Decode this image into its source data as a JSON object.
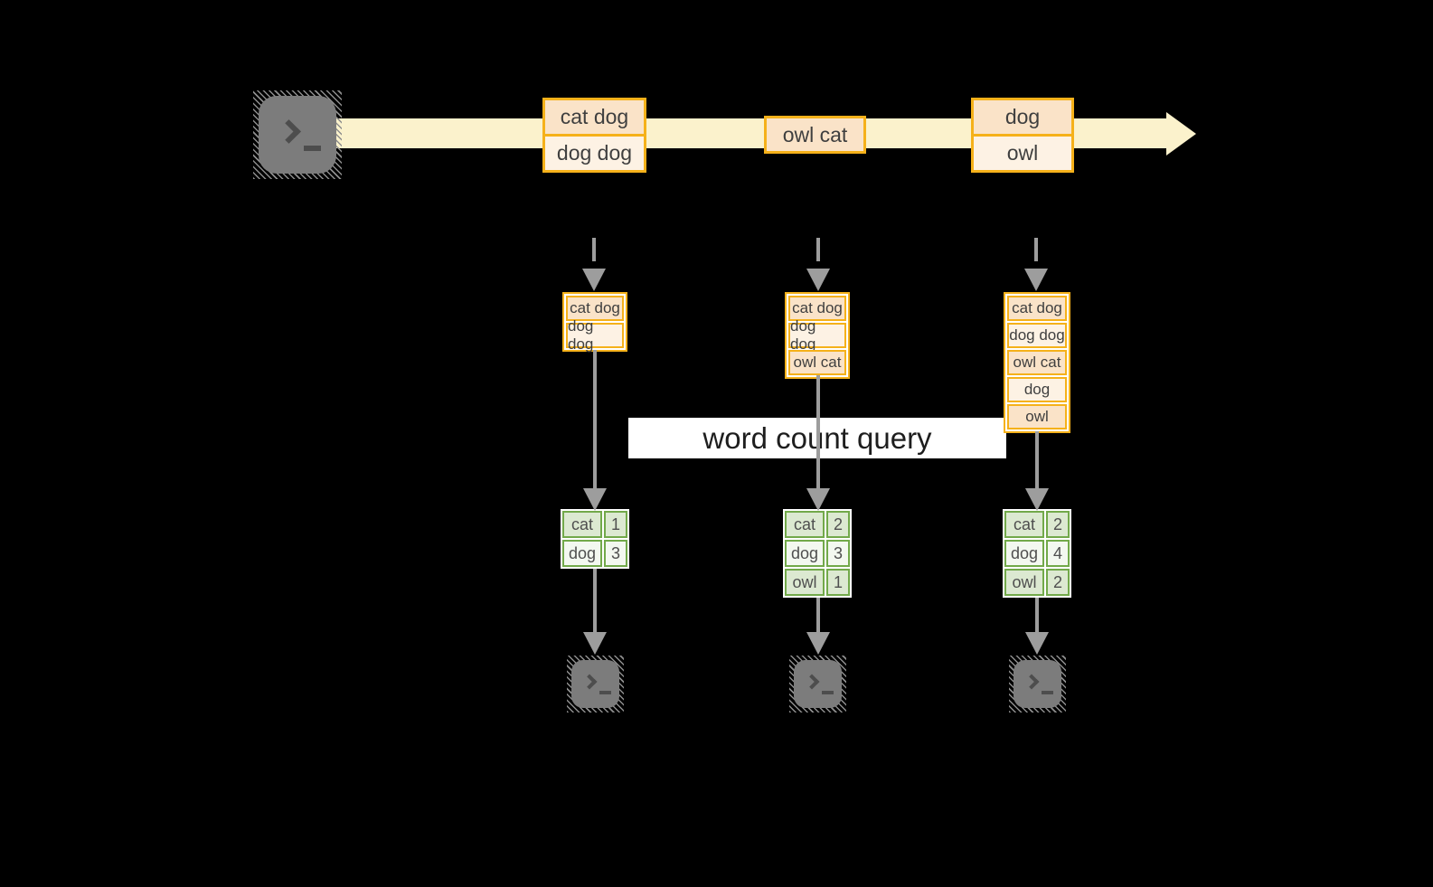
{
  "query_label": "word count query",
  "stream": {
    "source_icon": "terminal-icon",
    "events": [
      {
        "rows": [
          "cat dog",
          "dog dog"
        ]
      },
      {
        "rows": [
          "owl cat"
        ]
      },
      {
        "rows": [
          "dog",
          "owl"
        ]
      }
    ]
  },
  "stages": [
    {
      "buffer": [
        "cat dog",
        "dog dog"
      ],
      "counts": [
        {
          "word": "cat",
          "count": "1"
        },
        {
          "word": "dog",
          "count": "3"
        }
      ],
      "sink_icon": "terminal-icon"
    },
    {
      "buffer": [
        "cat dog",
        "dog dog",
        "owl cat"
      ],
      "counts": [
        {
          "word": "cat",
          "count": "2"
        },
        {
          "word": "dog",
          "count": "3"
        },
        {
          "word": "owl",
          "count": "1"
        }
      ],
      "sink_icon": "terminal-icon"
    },
    {
      "buffer": [
        "cat dog",
        "dog dog",
        "owl cat",
        "dog",
        "owl"
      ],
      "counts": [
        {
          "word": "cat",
          "count": "2"
        },
        {
          "word": "dog",
          "count": "4"
        },
        {
          "word": "owl",
          "count": "2"
        }
      ],
      "sink_icon": "terminal-icon"
    }
  ],
  "colors": {
    "background": "#000000",
    "stream_band": "#FBF2CC",
    "box_border_orange": "#F5B11A",
    "box_fill_peach": "#FAE3C8",
    "box_fill_cream": "#FDF2E4",
    "table_border_green": "#72A94A",
    "table_fill_green": "#DCE9D1",
    "table_fill_light": "#F3F8F0",
    "arrow_gray": "#9D9D9D",
    "terminal_gray": "#7C7C7C"
  }
}
